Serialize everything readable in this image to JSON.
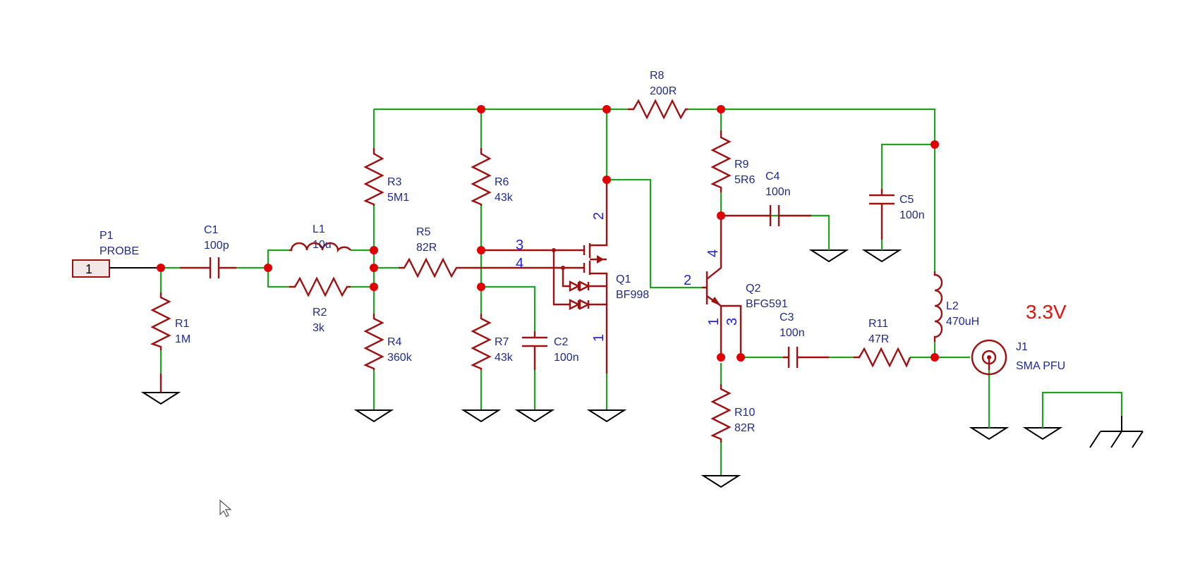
{
  "components": {
    "P1": {
      "ref": "P1",
      "value": "PROBE",
      "pin": "1"
    },
    "C1": {
      "ref": "C1",
      "value": "100p"
    },
    "R1": {
      "ref": "R1",
      "value": "1M"
    },
    "L1": {
      "ref": "L1",
      "value": "10u"
    },
    "R2": {
      "ref": "R2",
      "value": "3k"
    },
    "R3": {
      "ref": "R3",
      "value": "5M1"
    },
    "R4": {
      "ref": "R4",
      "value": "360k"
    },
    "R5": {
      "ref": "R5",
      "value": "82R"
    },
    "R6": {
      "ref": "R6",
      "value": "43k"
    },
    "R7": {
      "ref": "R7",
      "value": "43k"
    },
    "C2": {
      "ref": "C2",
      "value": "100n"
    },
    "Q1": {
      "ref": "Q1",
      "value": "BF998",
      "pins": [
        "1",
        "2",
        "3",
        "4"
      ]
    },
    "R8": {
      "ref": "R8",
      "value": "200R"
    },
    "R9": {
      "ref": "R9",
      "value": "5R6"
    },
    "C4": {
      "ref": "C4",
      "value": "100n"
    },
    "C5": {
      "ref": "C5",
      "value": "100n"
    },
    "Q2": {
      "ref": "Q2",
      "value": "BFG591",
      "pins": [
        "1",
        "2",
        "3",
        "4"
      ]
    },
    "C3": {
      "ref": "C3",
      "value": "100n"
    },
    "R11": {
      "ref": "R11",
      "value": "47R"
    },
    "R10": {
      "ref": "R10",
      "value": "82R"
    },
    "L2": {
      "ref": "L2",
      "value": "470uH"
    },
    "J1": {
      "ref": "J1",
      "value": "SMA PFU"
    }
  },
  "supply_label": "3.3V",
  "colors": {
    "wire": "#1fa21f",
    "component": "#a01010",
    "junction": "#e00000",
    "label": "#1f2a8c",
    "pin_number": "#2020e0",
    "supply": "#e8100a",
    "ground": "#000000"
  },
  "icons": {
    "cursor": "mouse-pointer-icon"
  }
}
